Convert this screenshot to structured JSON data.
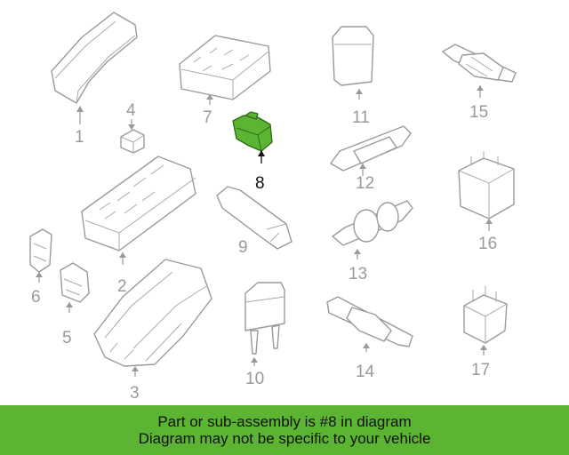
{
  "callouts": [
    "1",
    "2",
    "3",
    "4",
    "5",
    "6",
    "7",
    "8",
    "9",
    "10",
    "11",
    "12",
    "13",
    "14",
    "15",
    "16",
    "17"
  ],
  "highlighted_callout": "8",
  "colors": {
    "highlight": "#5bb532",
    "line": "#9a9a9a",
    "banner": "#5bb532"
  },
  "banner": {
    "line1": "Part or sub-assembly is #8 in diagram",
    "line2": "Diagram may not be specific to your vehicle"
  }
}
